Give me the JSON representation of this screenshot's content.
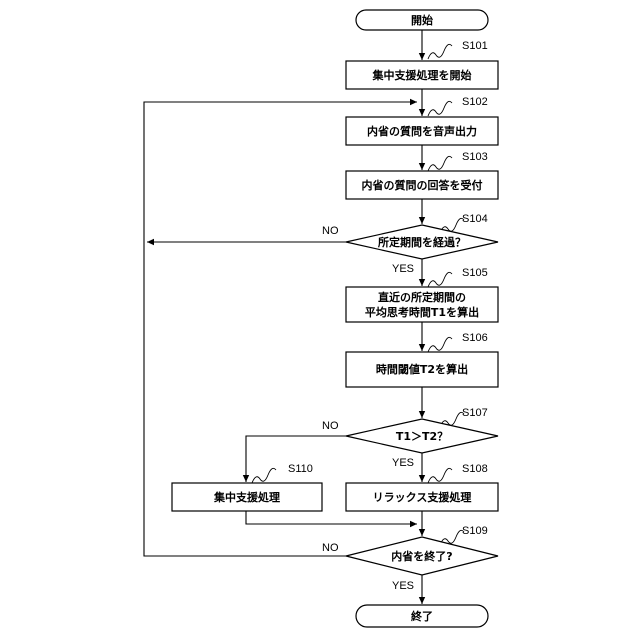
{
  "nodes": {
    "start": {
      "label": "開始"
    },
    "s101": {
      "step": "S101",
      "label": "集中支援処理を開始"
    },
    "s102": {
      "step": "S102",
      "label": "内省の質問を音声出力"
    },
    "s103": {
      "step": "S103",
      "label": "内省の質問の回答を受付"
    },
    "s104": {
      "step": "S104",
      "label": "所定期間を経過？"
    },
    "s105": {
      "step": "S105",
      "line1": "直近の所定期間の",
      "line2": "平均思考時間T1を算出"
    },
    "s106": {
      "step": "S106",
      "label": "時間閾値T2を算出"
    },
    "s107": {
      "step": "S107",
      "label": "T1＞T2？"
    },
    "s108": {
      "step": "S108",
      "label": "リラックス支援処理"
    },
    "s110": {
      "step": "S110",
      "label": "集中支援処理"
    },
    "s109": {
      "step": "S109",
      "label": "内省を終了?"
    },
    "end": {
      "label": "終了"
    }
  },
  "branches": {
    "s104_no": "NO",
    "s104_yes": "YES",
    "s107_no": "NO",
    "s107_yes": "YES",
    "s109_no": "NO",
    "s109_yes": "YES"
  }
}
